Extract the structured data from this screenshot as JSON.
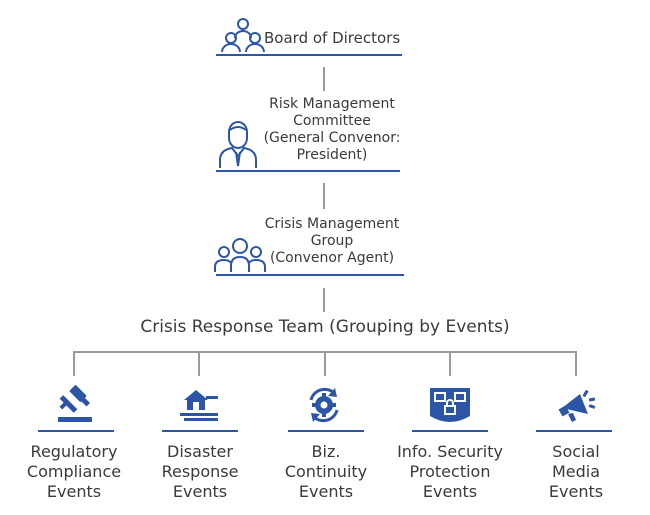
{
  "hierarchy": {
    "board": {
      "label": "Board of Directors",
      "icon": "people-group-icon"
    },
    "risk_committee": {
      "label": "Risk Management\nCommittee\n(General Convenor:\nPresident)",
      "icon": "person-tie-icon"
    },
    "crisis_group": {
      "label": "Crisis Management\nGroup\n(Convenor Agent)",
      "icon": "team-people-icon"
    },
    "response_team": {
      "label": "Crisis Response Team (Grouping by Events)"
    }
  },
  "events": [
    {
      "label": "Regulatory\nCompliance\nEvents",
      "icon": "gavel-icon"
    },
    {
      "label": "Disaster\nResponse\nEvents",
      "icon": "house-flood-icon"
    },
    {
      "label": "Biz.\nContinuity\nEvents",
      "icon": "gear-cycle-icon"
    },
    {
      "label": "Info. Security\nProtection\nEvents",
      "icon": "security-camera-lock-icon"
    },
    {
      "label": "Social\nMedia\nEvents",
      "icon": "megaphone-icon"
    }
  ],
  "colors": {
    "accent": "#2d55a6",
    "connector": "#9a9a9a",
    "text": "#3a3a3a"
  }
}
